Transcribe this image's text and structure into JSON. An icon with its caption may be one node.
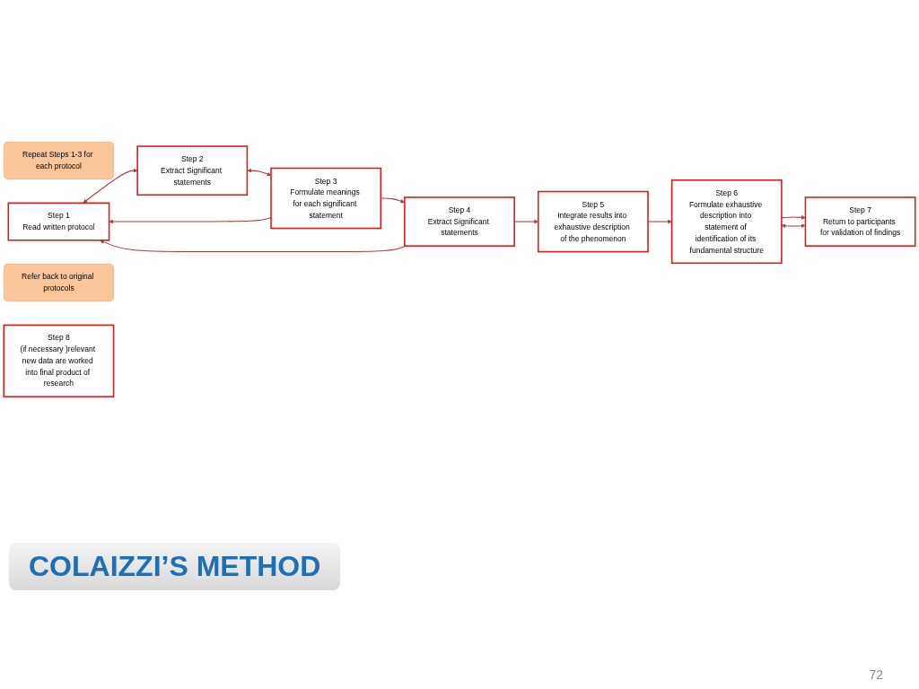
{
  "diagram": {
    "title": "COLAIZZI’S METHOD",
    "nodes": [
      {
        "text": [
          "Repeat Steps 1-3 for each protocol"
        ]
      },
      {
        "text": [
          "Step 1",
          "Read written protocol"
        ]
      },
      {
        "text": [
          "Step 2",
          "Extract Significant statements"
        ]
      },
      {
        "text": [
          "Step 3",
          "Formulate meanings for each significant statement"
        ]
      },
      {
        "text": [
          "Refer back to original protocols"
        ]
      },
      {
        "text": [
          "Step 4",
          "Extract Significant statements"
        ]
      },
      {
        "text": [
          "Step 5",
          "Integrate results into exhaustive description of the phenomenon"
        ]
      },
      {
        "text": [
          "Step 6",
          "Formulate exhaustive description into statement of identification of its fundamental structure"
        ]
      },
      {
        "text": [
          "Step 8",
          "(if necessary )relevant new data are worked into final product of research"
        ]
      },
      {
        "text": [
          "Step 7",
          "Return to participants for validation of findings"
        ]
      }
    ],
    "edges": [
      {
        "from": 3,
        "to": 1,
        "arrow": "to"
      },
      {
        "from": 1,
        "to": 2,
        "arrow": "both"
      },
      {
        "from": 2,
        "to": 3,
        "arrow": "both"
      },
      {
        "from": 3,
        "to": 5,
        "arrow": "to"
      },
      {
        "from": 5,
        "to": 1,
        "arrow": "to"
      },
      {
        "from": 5,
        "to": 6,
        "arrow": "to"
      },
      {
        "from": 6,
        "to": 7,
        "arrow": "to"
      },
      {
        "from": 7,
        "to": 9,
        "arrow": "to"
      },
      {
        "from": 9,
        "to": 7,
        "arrow": "both"
      }
    ],
    "labels": [
      "72"
    ]
  }
}
